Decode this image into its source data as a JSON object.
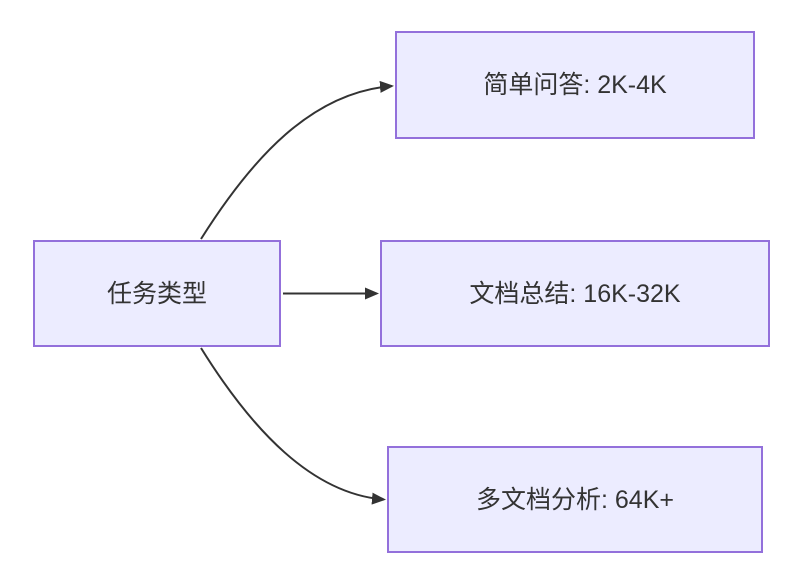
{
  "diagram": {
    "root_label": "任务类型",
    "branches": [
      {
        "label": "简单问答: 2K-4K"
      },
      {
        "label": "文档总结: 16K-32K"
      },
      {
        "label": "多文档分析: 64K+"
      }
    ],
    "colors": {
      "node_fill": "#ECECFF",
      "node_border": "#9370DB",
      "edge": "#333333",
      "text": "#333333",
      "background": "#FFFFFF"
    }
  }
}
